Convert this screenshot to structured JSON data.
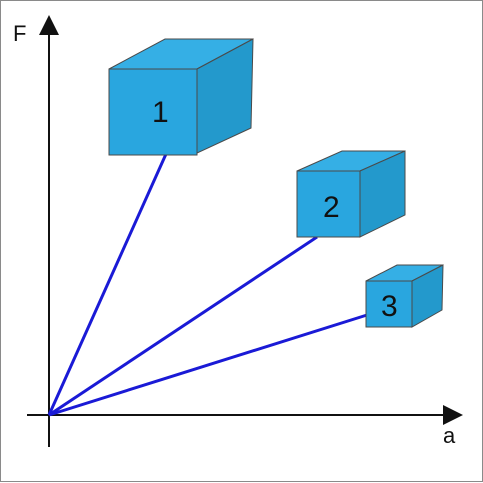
{
  "diagram": {
    "axes": {
      "y_label": "F",
      "x_label": "a"
    },
    "boxes": [
      {
        "label": "1"
      },
      {
        "label": "2"
      },
      {
        "label": "3"
      }
    ],
    "colors": {
      "axis": "#111111",
      "force_line": "#1a1ad6",
      "box_front": "#29a6df",
      "box_top": "#35afe5",
      "box_side": "#2399cc",
      "box_edge": "#4a4a4a"
    }
  }
}
